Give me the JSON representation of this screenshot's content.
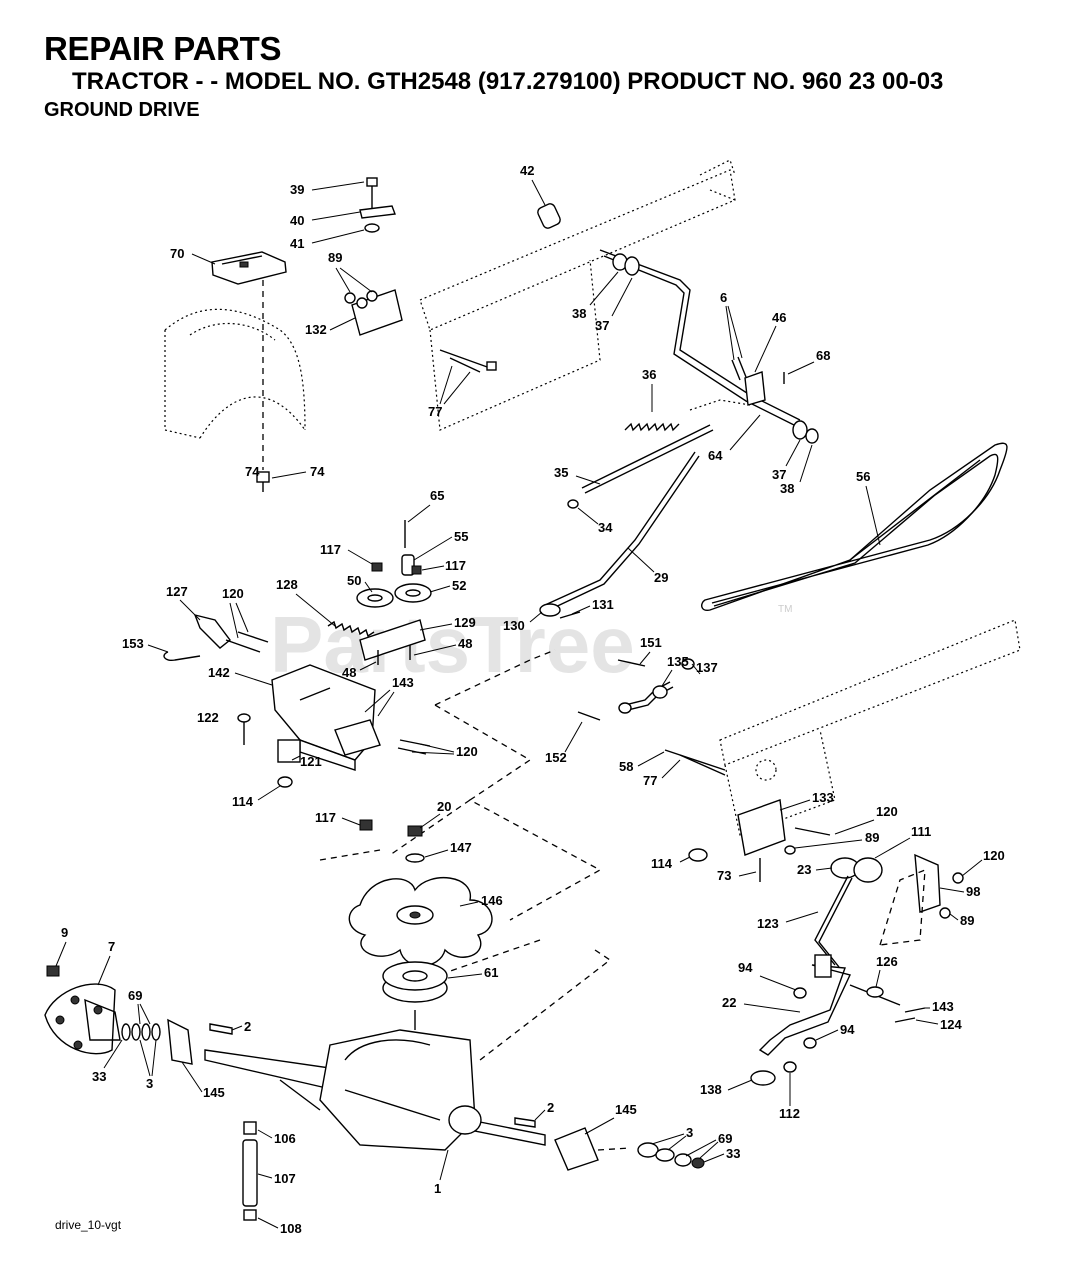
{
  "header": {
    "title": "REPAIR PARTS",
    "subtitle": "TRACTOR - - MODEL NO. GTH2548 (917.279100) PRODUCT NO. 960 23 00-03",
    "section": "GROUND DRIVE"
  },
  "footer": {
    "drawing_id": "drive_10-vgt"
  },
  "watermark": {
    "text": "PartsTree",
    "mark": "TM"
  },
  "callouts": [
    "1",
    "2",
    "3",
    "6",
    "7",
    "9",
    "20",
    "22",
    "23",
    "29",
    "33",
    "34",
    "35",
    "36",
    "37",
    "38",
    "39",
    "40",
    "41",
    "42",
    "46",
    "48",
    "50",
    "52",
    "55",
    "56",
    "58",
    "61",
    "64",
    "65",
    "68",
    "69",
    "70",
    "73",
    "74",
    "77",
    "89",
    "94",
    "98",
    "106",
    "107",
    "108",
    "111",
    "112",
    "114",
    "117",
    "120",
    "121",
    "122",
    "123",
    "124",
    "126",
    "127",
    "128",
    "129",
    "130",
    "131",
    "132",
    "133",
    "135",
    "137",
    "138",
    "142",
    "143",
    "145",
    "146",
    "147",
    "151",
    "152",
    "153"
  ]
}
